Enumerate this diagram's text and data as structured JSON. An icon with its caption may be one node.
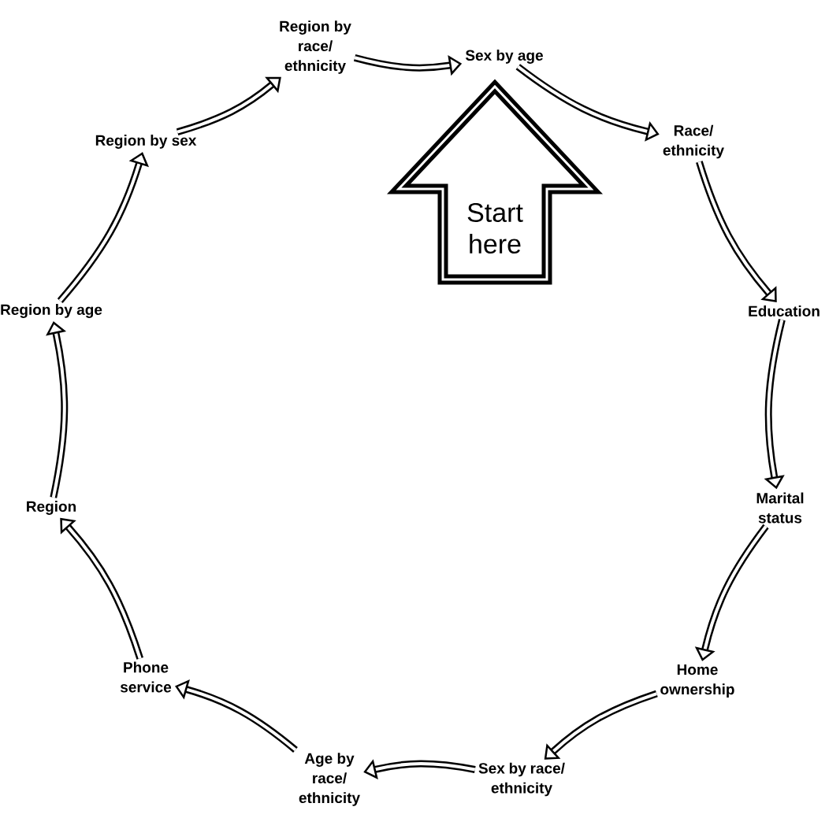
{
  "diagram": {
    "nodes": [
      {
        "text": [
          "Start here"
        ]
      },
      {
        "text": [
          "Sex by age"
        ]
      },
      {
        "text": [
          "Race/ ethnicity"
        ]
      },
      {
        "text": [
          "Education"
        ]
      },
      {
        "text": [
          "Marital status"
        ]
      },
      {
        "text": [
          "Home ownership"
        ]
      },
      {
        "text": [
          "Sex by race/ ethnicity"
        ]
      },
      {
        "text": [
          "Age by race/ ethnicity"
        ]
      },
      {
        "text": [
          "Phone service"
        ]
      },
      {
        "text": [
          "Region"
        ]
      },
      {
        "text": [
          "Region by age"
        ]
      },
      {
        "text": [
          "Region by sex"
        ]
      },
      {
        "text": [
          "Region by race/ ethnicity"
        ]
      }
    ],
    "edges": [
      {
        "from": 12,
        "to": 1,
        "arrow": "to"
      },
      {
        "from": 1,
        "to": 2,
        "arrow": "to"
      },
      {
        "from": 2,
        "to": 3,
        "arrow": "to"
      },
      {
        "from": 3,
        "to": 4,
        "arrow": "to"
      },
      {
        "from": 4,
        "to": 5,
        "arrow": "to"
      },
      {
        "from": 5,
        "to": 6,
        "arrow": "to"
      },
      {
        "from": 6,
        "to": 7,
        "arrow": "to"
      },
      {
        "from": 7,
        "to": 8,
        "arrow": "to"
      },
      {
        "from": 8,
        "to": 9,
        "arrow": "to"
      },
      {
        "from": 9,
        "to": 10,
        "arrow": "to"
      },
      {
        "from": 10,
        "to": 11,
        "arrow": "to"
      },
      {
        "from": 11,
        "to": 12,
        "arrow": "to"
      }
    ]
  }
}
